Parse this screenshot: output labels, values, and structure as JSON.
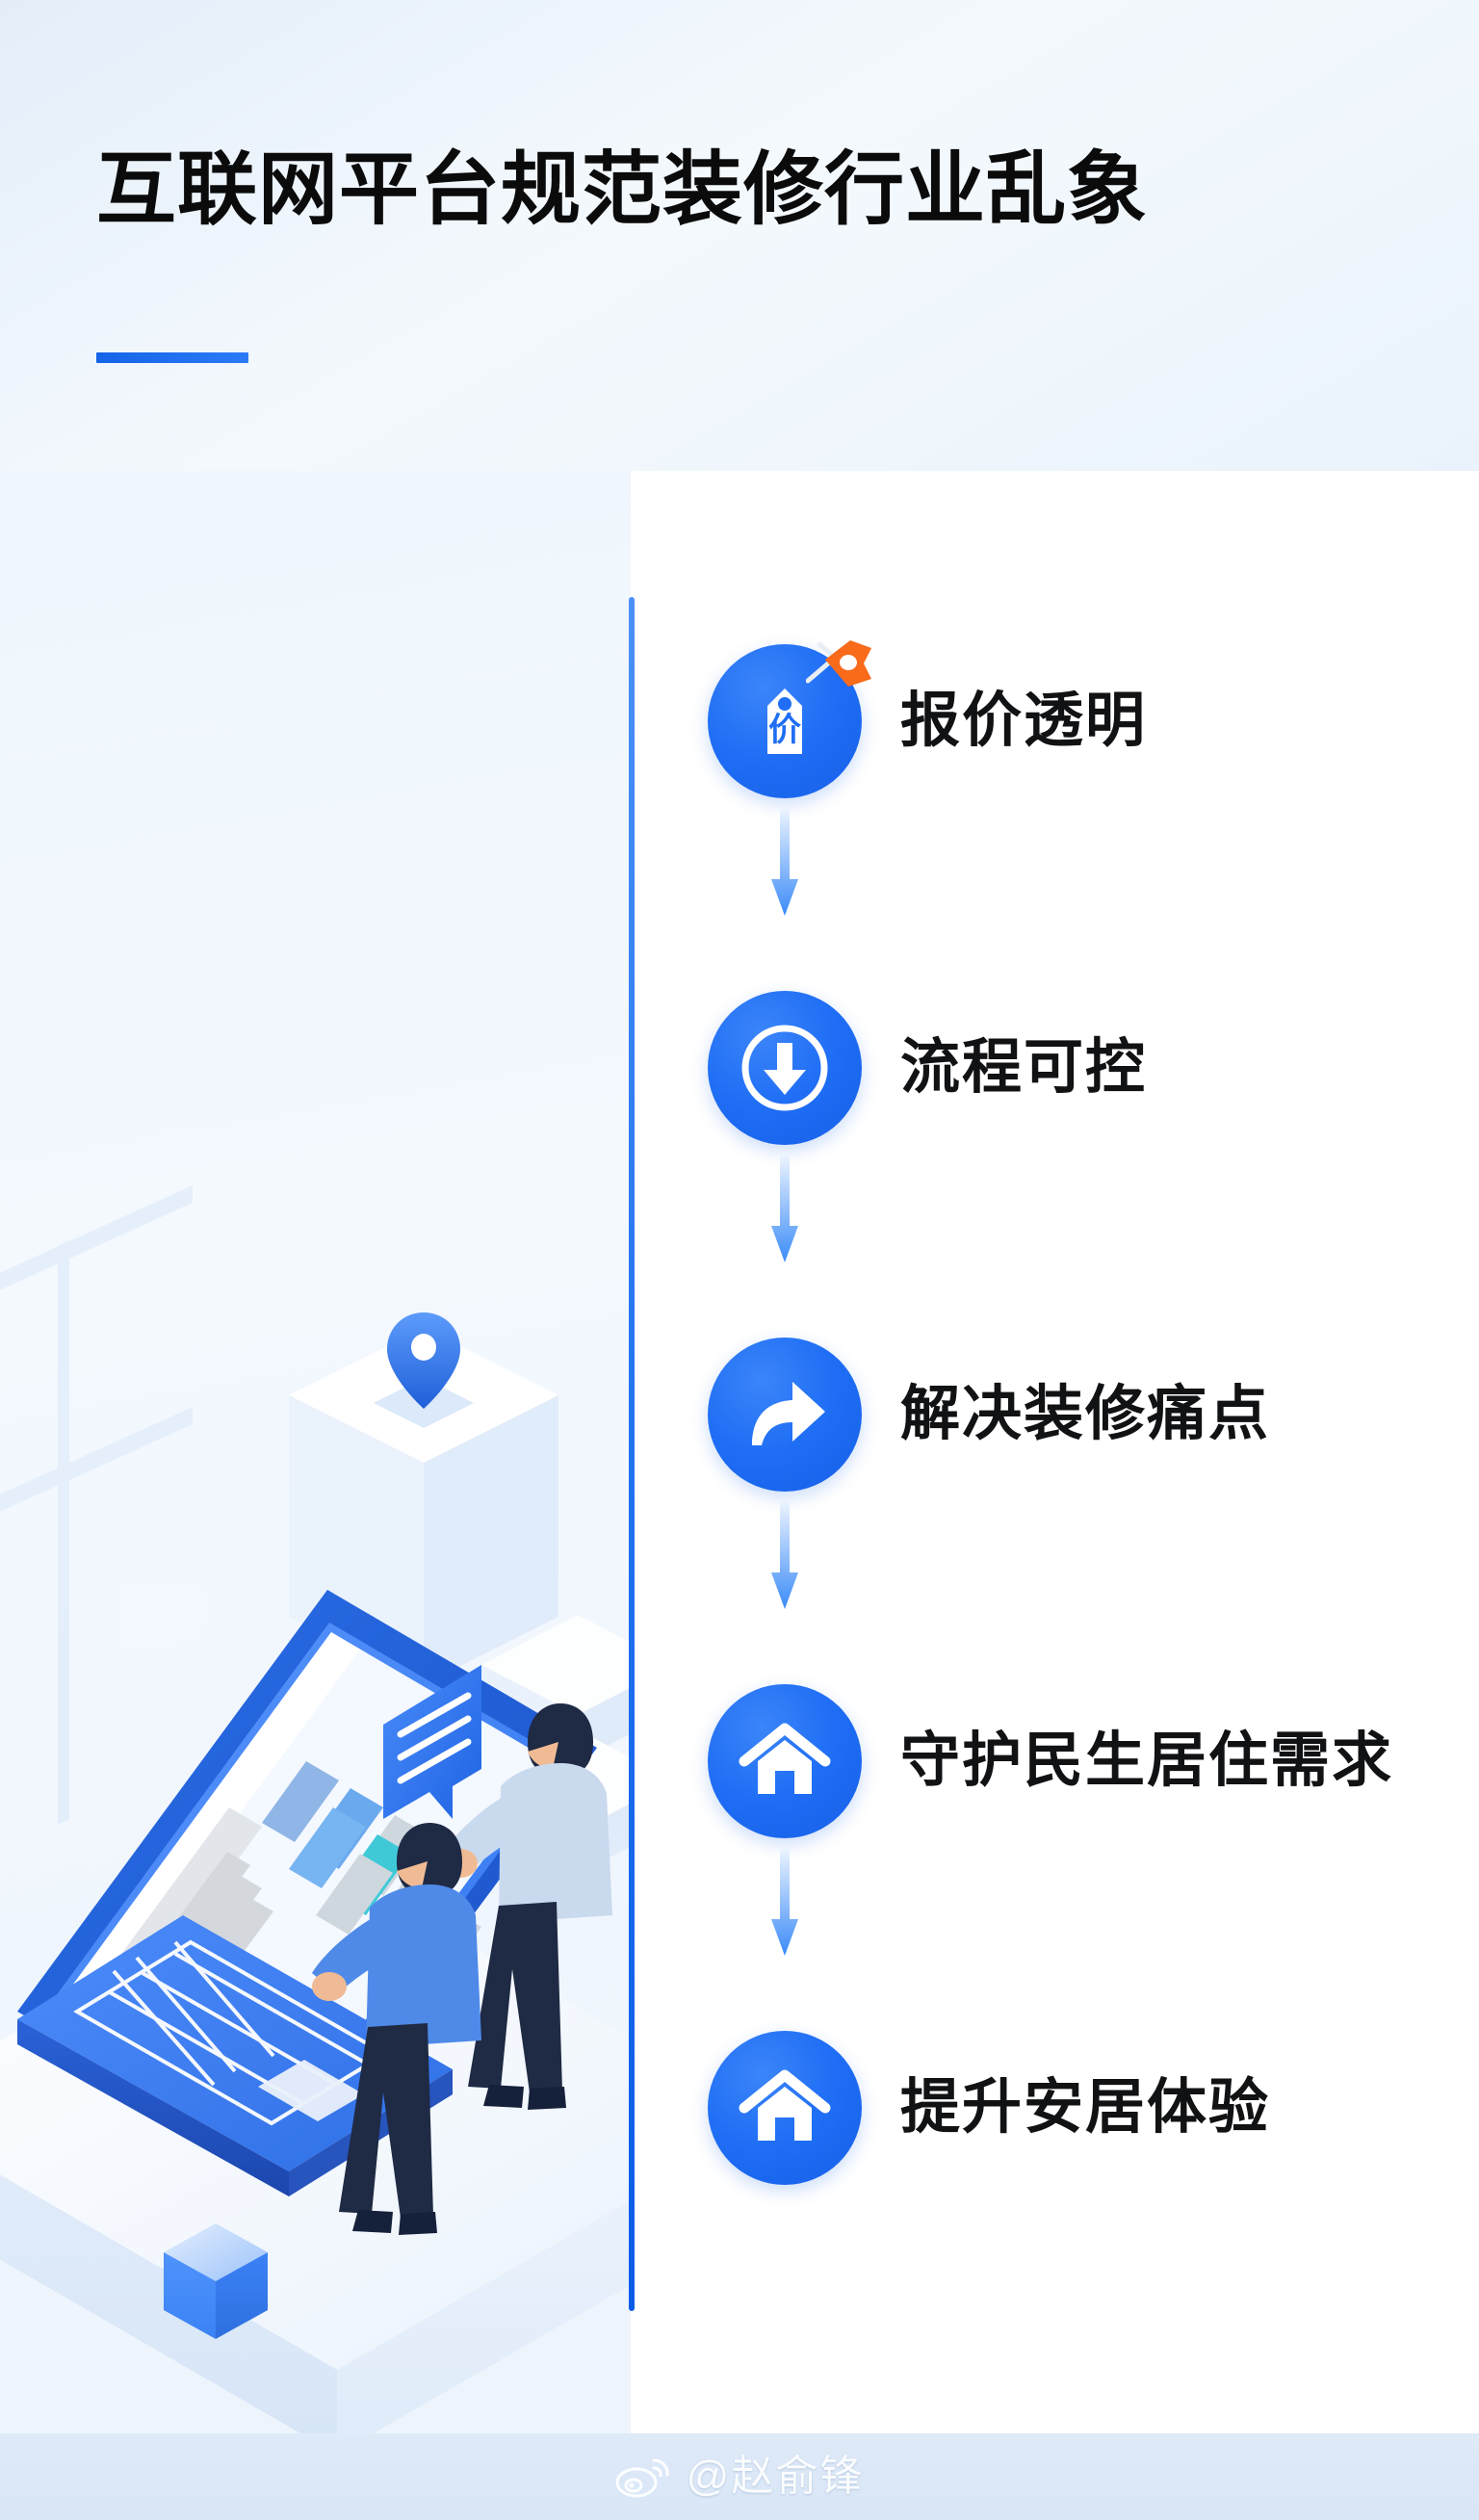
{
  "header": {
    "title": "互联网平台规范装修行业乱象",
    "accent_color": "#1f6ef5"
  },
  "theme": {
    "brand_blue": "#1f6ef5",
    "deep_blue": "#0a5ce8",
    "accent_orange": "#f96a1b",
    "page_bg": "#eef5fc",
    "panel_white": "#ffffff",
    "text_dark": "#111214"
  },
  "illustration": {
    "name": "isometric-laptop-workspace",
    "elements": [
      "location-pin",
      "pedestal-block",
      "window-frame",
      "laptop",
      "browser-window",
      "color-grid",
      "chat-bubble",
      "person-standing",
      "person-typing",
      "blue-cube",
      "stacked-boxes"
    ]
  },
  "steps": [
    {
      "index": 1,
      "label": "报价透明",
      "icon": "price-tag-icon",
      "has_ribbon": true
    },
    {
      "index": 2,
      "label": "流程可控",
      "icon": "download-arrow-icon",
      "has_ribbon": false
    },
    {
      "index": 3,
      "label": "解决装修痛点",
      "icon": "share-arrow-icon",
      "has_ribbon": false
    },
    {
      "index": 4,
      "label": "守护民生居住需求",
      "icon": "home-icon",
      "has_ribbon": false
    },
    {
      "index": 5,
      "label": "提升安居体验",
      "icon": "home-icon",
      "has_ribbon": false
    }
  ],
  "connectors": {
    "count": 4,
    "direction": "down",
    "icon": "arrow-down-icon"
  },
  "footer": {
    "watermark_handle": "@赵俞锋",
    "platform_icon": "weibo-icon"
  }
}
